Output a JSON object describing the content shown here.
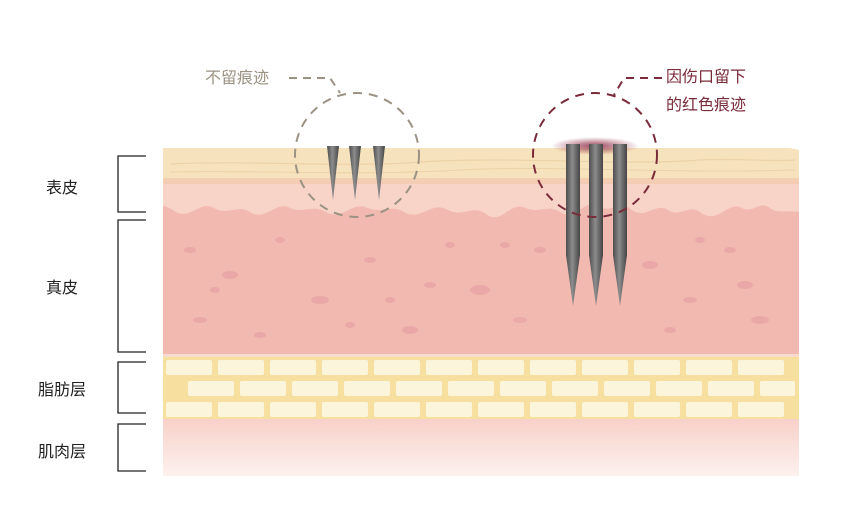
{
  "layers": [
    {
      "id": "epidermis",
      "label": "表皮"
    },
    {
      "id": "dermis",
      "label": "真皮"
    },
    {
      "id": "fat",
      "label": "脂肪层"
    },
    {
      "id": "muscle",
      "label": "肌肉层"
    }
  ],
  "annotations": {
    "short_needles": {
      "text": "不留痕迹",
      "color": "#9b9283"
    },
    "long_needles": {
      "line1": "因伤口留下",
      "line2": "的红色痕迹",
      "color": "#7a2b3a"
    }
  },
  "colors": {
    "epidermis": "#f6e2bd",
    "dermis": "#f2b9b0",
    "fat_band": "#f6df9f",
    "fat_cell": "#fbf5dc",
    "muscle": "#fbe4df",
    "needle": "#6b6b6b",
    "mark": "#8a1f3a"
  }
}
